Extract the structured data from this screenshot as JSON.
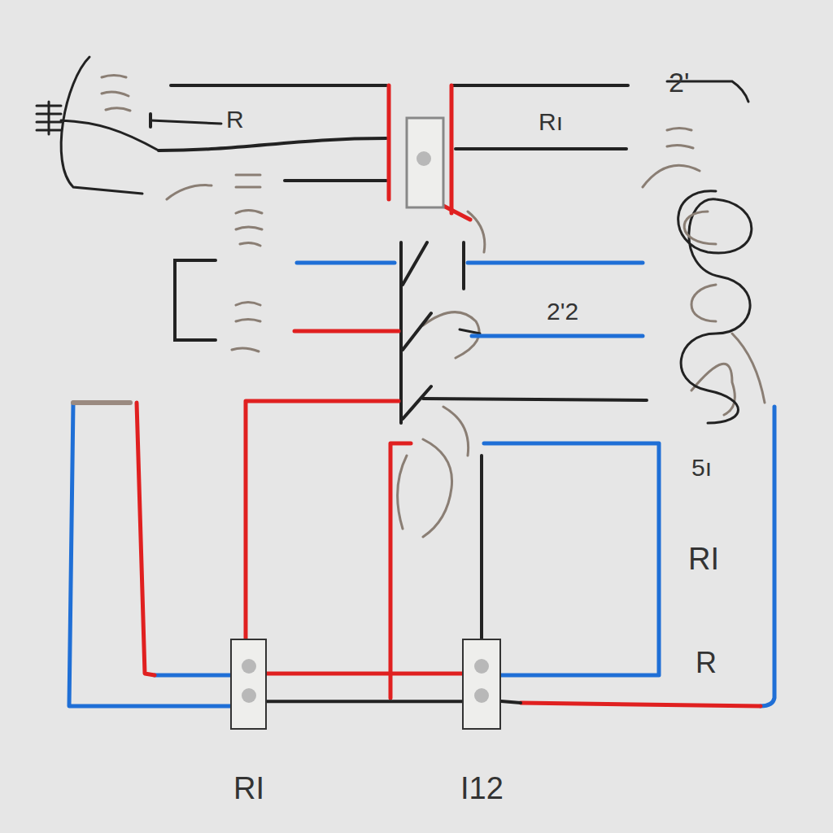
{
  "diagram": {
    "nodes": [
      {
        "text": [
          "RI"
        ]
      },
      {
        "text": [
          "I12"
        ]
      }
    ],
    "edges": [
      {
        "from": 0,
        "to": 1,
        "arrow": "none"
      }
    ],
    "labels": [
      "R",
      "2'",
      "Rı",
      "2'2",
      "5ı",
      "RI",
      "R"
    ]
  }
}
